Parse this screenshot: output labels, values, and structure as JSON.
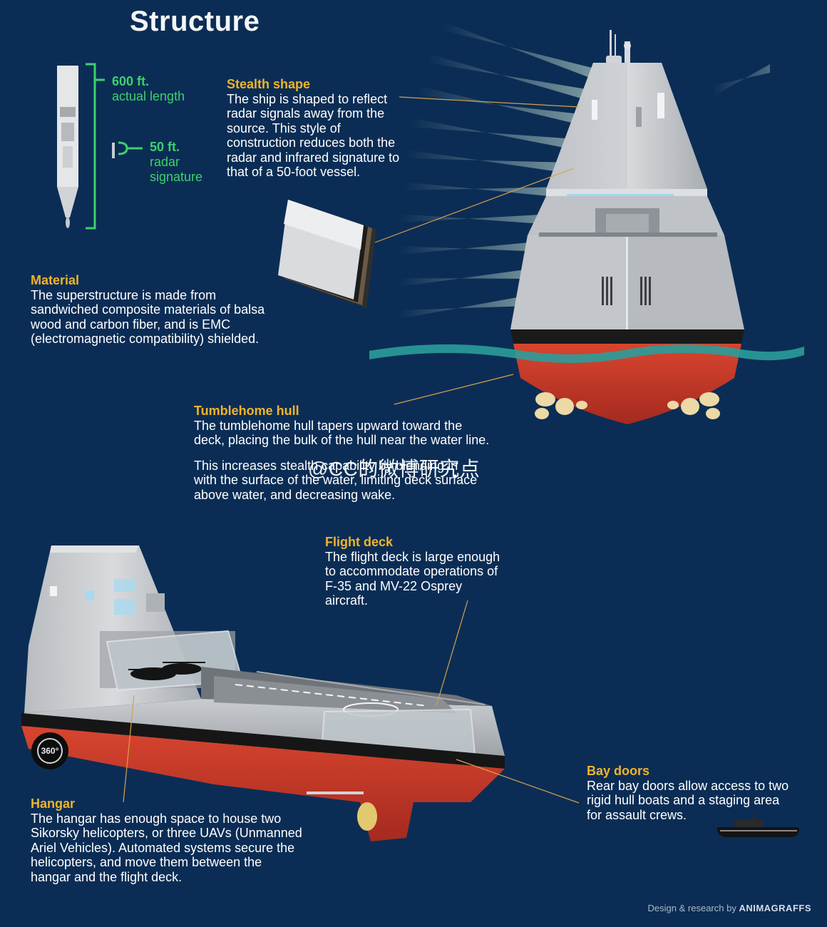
{
  "title": "Structure",
  "scale": {
    "length_value": "600 ft.",
    "length_label": "actual length",
    "signature_value": "50 ft.",
    "signature_label_line1": "radar",
    "signature_label_line2": "signature"
  },
  "callouts": {
    "stealth": {
      "heading": "Stealth shape",
      "body": "The ship is shaped to reflect radar signals away from the source. This style of construction reduces both the radar and infrared signature to that of a 50-foot vessel."
    },
    "material": {
      "heading": "Material",
      "body": "The superstructure is made from sandwiched composite materials of balsa wood and carbon fiber, and is EMC (electromagnetic compatibility) shielded."
    },
    "tumblehome": {
      "heading": "Tumblehome hull",
      "body": "The tumblehome hull tapers upward toward the deck, placing the bulk of the hull near the water line.",
      "body2": "This increases stealth capability by blending in with the surface of the water, limiting deck surface above water, and decreasing wake."
    },
    "flight_deck": {
      "heading": "Flight deck",
      "body": "The flight deck is large enough to accommodate operations of F-35 and MV-22 Osprey aircraft."
    },
    "hangar": {
      "heading": "Hangar",
      "body": "The hangar has enough space to house two Sikorsky helicopters, or three UAVs (Unmanned Ariel Vehicles). Automated systems secure the helicopters, and move them between the hangar and the flight deck."
    },
    "bay_doors": {
      "heading": "Bay doors",
      "body": "Rear bay doors allow access to two rigid hull boats and a staging area for assault crews."
    }
  },
  "badge_360": "360°",
  "watermark": "@CC的微博研究点",
  "credit_prefix": "Design & research by",
  "credit_brand": "ANIMAGRAFFS",
  "colors": {
    "background": "#0b2d55",
    "heading": "#f0b429",
    "scale_green": "#3dd16b",
    "hull_red": "#c23a2a",
    "water": "#2a9d9a"
  }
}
